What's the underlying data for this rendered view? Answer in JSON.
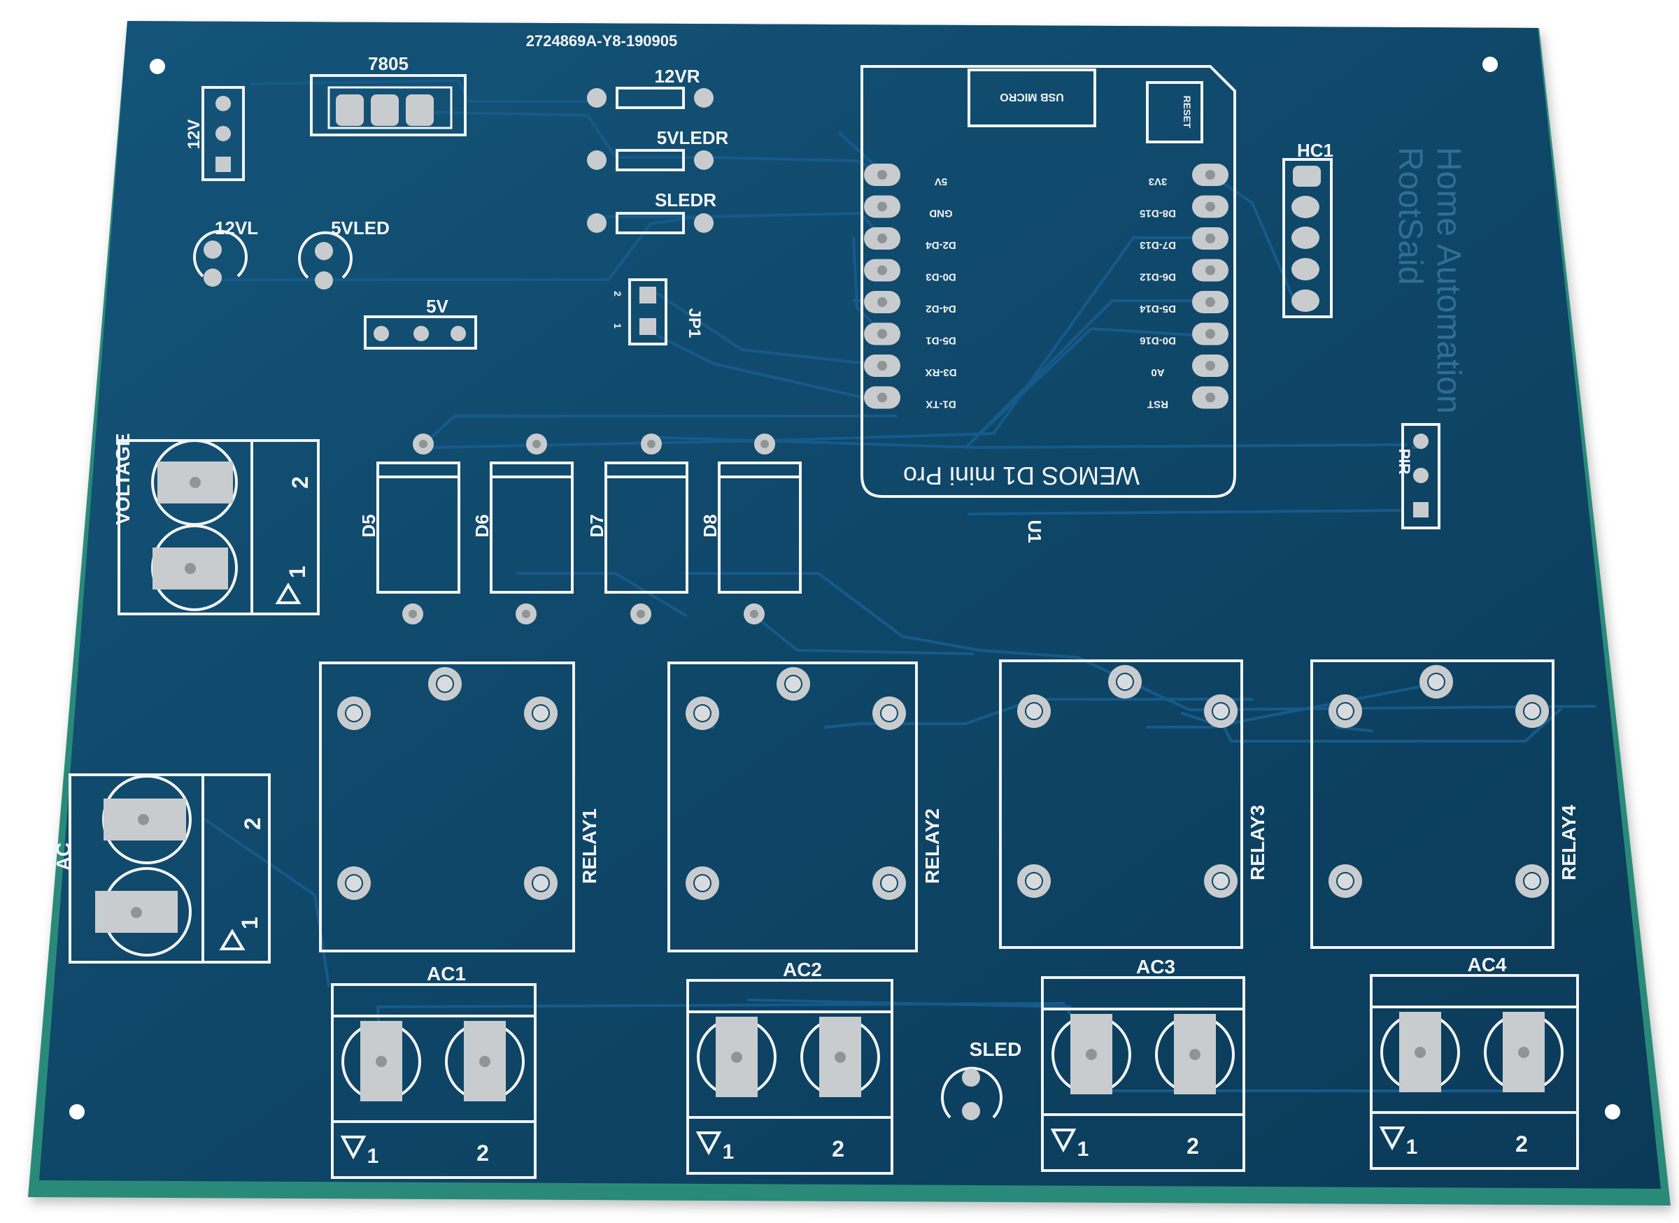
{
  "colors": {
    "background": "#ffffff",
    "board": "#0e4566",
    "board_edge": "#2a8a7a",
    "trace": "#165a8a",
    "silkscreen": "#f2f4f6",
    "copper_pad": "#c9ccce",
    "logo_text": "#2f6f93"
  },
  "board": {
    "serial": "2724869A-Y8-190905",
    "logo_line1": "Home Automation",
    "logo_line2": "RootSaid"
  },
  "labels": {
    "reg_7805": "7805",
    "hdr_12v": "12V",
    "res_12vr": "12VR",
    "res_5vledr": "5VLEDR",
    "res_sledr": "SLEDR",
    "led_12vl": "12VL",
    "led_5vled": "5VLED",
    "hdr_5v": "5V",
    "jp1": "JP1",
    "jp1_pin2": "2",
    "jp1_pin1": "1",
    "hc1": "HC1",
    "pir": "PIR",
    "u1": "U1",
    "voltage": "VOLTAGE",
    "ac_in": "AC",
    "d5": "D5",
    "d6": "D6",
    "d7": "D7",
    "d8": "D8",
    "sled": "SLED"
  },
  "wemos": {
    "title": "WEMOS D1 mini Pro",
    "usb": "USB MICRO",
    "reset": "RESET",
    "left_pins": [
      "5V",
      "GND",
      "D2-D4",
      "D0-D3",
      "D4-D2",
      "D5-D1",
      "D3-RX",
      "D1-TX"
    ],
    "right_pins": [
      "3V3",
      "D8-D15",
      "D7-D13",
      "D6-D12",
      "D5-D14",
      "D0-D16",
      "A0",
      "RST"
    ]
  },
  "terminals": {
    "pin1": "1",
    "pin2": "2"
  },
  "relays": [
    {
      "label": "RELAY1"
    },
    {
      "label": "RELAY2"
    },
    {
      "label": "RELAY3"
    },
    {
      "label": "RELAY4"
    }
  ],
  "ac_outputs": [
    {
      "label": "AC1"
    },
    {
      "label": "AC2"
    },
    {
      "label": "AC3"
    },
    {
      "label": "AC4"
    }
  ]
}
